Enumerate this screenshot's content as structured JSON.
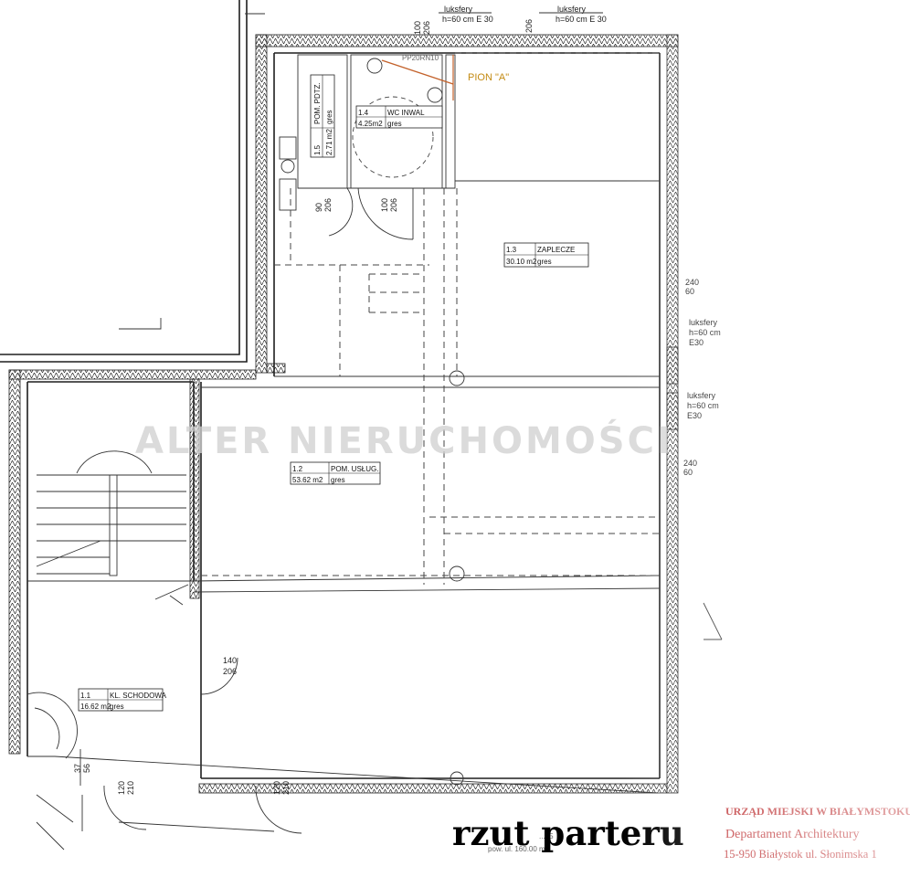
{
  "watermark": "ALTER NIERUCHOMOŚCI",
  "title": "rzut parteru",
  "stamp": {
    "line1": "URZĄD MIEJSKI W BIAŁYMSTOKU",
    "line2": "Departament Architektury",
    "line3": "15-950 Białystok ul. Słonimska 1"
  },
  "rooms": [
    {
      "id": "room-1-1",
      "num": "1.1",
      "name": "KL. SCHODOWA",
      "area": "16.62 m2",
      "floor": "gres"
    },
    {
      "id": "room-1-2",
      "num": "1.2",
      "name": "POM. USŁUG.",
      "area": "53.62 m2",
      "floor": "gres"
    },
    {
      "id": "room-1-3",
      "num": "1.3",
      "name": "ZAPLECZE",
      "area": "30.10 m2",
      "floor": "gres"
    },
    {
      "id": "room-1-4",
      "num": "1.4",
      "name": "WC INWAL",
      "area": "4.25m2",
      "floor": "gres"
    },
    {
      "id": "room-1-5",
      "num": "1.5",
      "name": "POM. PDTZ.",
      "area": "2.71 m2",
      "floor": "gres"
    }
  ],
  "annotations": {
    "luksfery": "luksfery",
    "luksfery_spec": "h=60 cm E 30",
    "luksfery_cm": "h=60 cm",
    "e30": "E30",
    "pion": "PION \"A\"",
    "pp": "PP20RN10",
    "pow_a": "...55",
    "pow_b": "pow. ul. 160.00 m"
  },
  "doors": {
    "d90": "90",
    "d206": "206",
    "d100": "100",
    "d140": "140",
    "d120": "120",
    "d210": "210",
    "d37": "37",
    "d56": "56",
    "d240": "240",
    "d60": "60"
  }
}
